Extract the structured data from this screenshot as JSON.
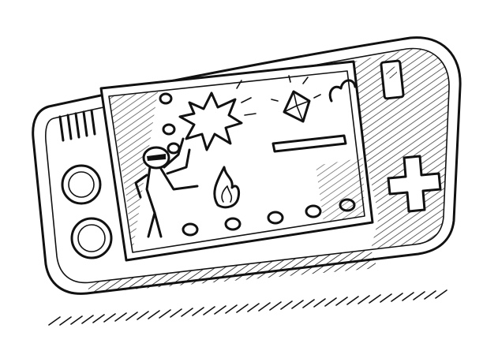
{
  "drawing": {
    "subject": "handheld-game-console",
    "style": "hand-drawn ink sketch"
  },
  "colors": {
    "ink": "#111111",
    "paper": "#ffffff"
  },
  "screen": {
    "coins_bottom_count": 5,
    "coins_top_count": 3
  },
  "icons": [
    "console-body",
    "game-screen",
    "speaker-grille-icon",
    "round-button-icon",
    "dpad-icon",
    "battery-icon",
    "explosion-icon",
    "gem-icon",
    "cloud-icon",
    "fire-icon",
    "ninja-character",
    "coin-icon",
    "platform",
    "ground-shadow-hatching"
  ]
}
